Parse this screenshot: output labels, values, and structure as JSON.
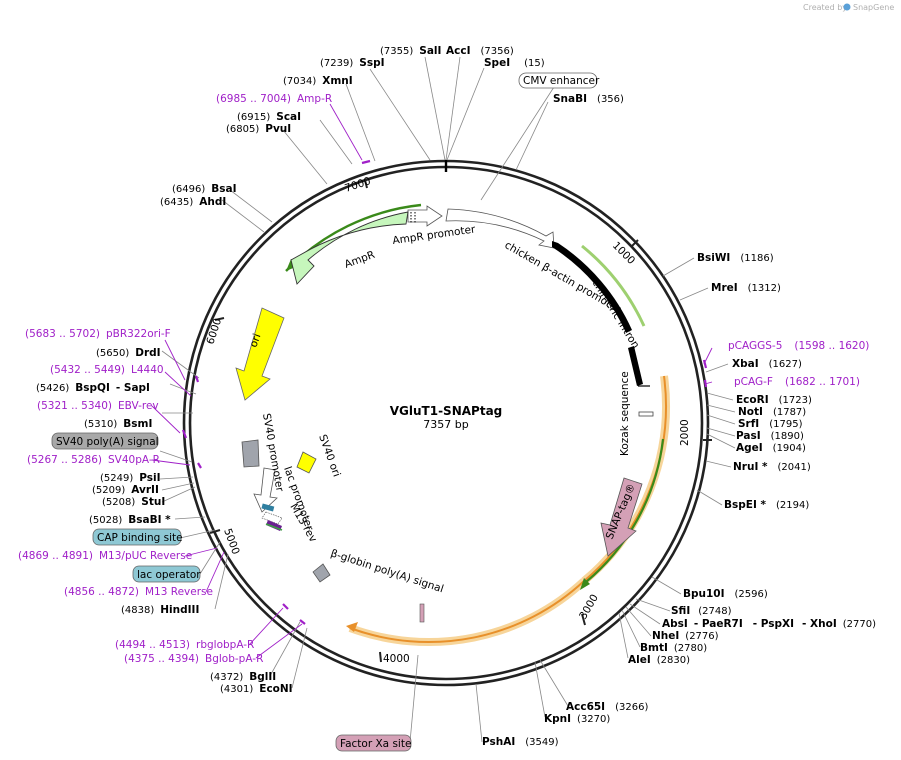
{
  "credit": {
    "prefix": "Created by",
    "brand": "SnapGene"
  },
  "plasmid": {
    "name": "VGluT1-SNAPtag",
    "size": "7357 bp"
  },
  "ticks": [
    "1000",
    "2000",
    "3000",
    "4000",
    "5000",
    "6000",
    "7000"
  ],
  "features": {
    "ampr": "AmpR",
    "ampr_promoter": "AmpR promoter",
    "cba_promoter": "chicken β-actin promoter",
    "chimeric_intron": "chimeric intron",
    "kozak": "Kozak sequence",
    "snaptag": "SNAP-tag®",
    "bglob": "β-globin poly(A) signal",
    "ori": "ori",
    "sv40_ori": "SV40 ori",
    "sv40_promoter": "SV40 promoter",
    "lac_promoter": "lac promoter",
    "m13_rev": "M13 rev"
  },
  "boxed": {
    "cmv": "CMV enhancer",
    "sv40polya": "SV40 poly(A) signal",
    "cap": "CAP binding site",
    "lac_operator": "lac operator",
    "factor_xa": "Factor Xa site"
  },
  "sites": {
    "sali": {
      "name": "SalI",
      "pos": "(7355)"
    },
    "sspi": {
      "name": "SspI",
      "pos": "(7239)"
    },
    "xmni": {
      "name": "XmnI",
      "pos": "(7034)"
    },
    "scai": {
      "name": "ScaI",
      "pos": "(6915)"
    },
    "pvui": {
      "name": "PvuI",
      "pos": "(6805)"
    },
    "bsai": {
      "name": "BsaI",
      "pos": "(6496)"
    },
    "ahdi": {
      "name": "AhdI",
      "pos": "(6435)"
    },
    "acci": {
      "name": "AccI",
      "pos": "(7356)"
    },
    "spei": {
      "name": "SpeI",
      "pos": "(15)"
    },
    "snabi": {
      "name": "SnaBI",
      "pos": "(356)"
    },
    "bsiwi": {
      "name": "BsiWI",
      "pos": "(1186)"
    },
    "mrei": {
      "name": "MreI",
      "pos": "(1312)"
    },
    "xbai": {
      "name": "XbaI",
      "pos": "(1627)"
    },
    "ecori": {
      "name": "EcoRI",
      "pos": "(1723)"
    },
    "noti": {
      "name": "NotI",
      "pos": "(1787)"
    },
    "srfi": {
      "name": "SrfI",
      "pos": "(1795)"
    },
    "pasi": {
      "name": "PasI",
      "pos": "(1890)"
    },
    "agei": {
      "name": "AgeI",
      "pos": "(1904)"
    },
    "nrui": {
      "name": "NruI *",
      "pos": "(2041)"
    },
    "bspei": {
      "name": "BspEI *",
      "pos": "(2194)"
    },
    "bpu10i": {
      "name": "Bpu10I",
      "pos": "(2596)"
    },
    "sfii": {
      "name": "SfiI",
      "pos": "(2748)"
    },
    "absi": {
      "name": "AbsI",
      "pos": ""
    },
    "paer7i": {
      "name": "- PaeR7I",
      "pos": ""
    },
    "pspxi": {
      "name": "- PspXI",
      "pos": ""
    },
    "xhoi": {
      "name": "- XhoI",
      "pos": "(2770)"
    },
    "nhei": {
      "name": "NheI",
      "pos": "(2776)"
    },
    "bmti": {
      "name": "BmtI",
      "pos": "(2780)"
    },
    "alei": {
      "name": "AleI",
      "pos": "(2830)"
    },
    "acc65i": {
      "name": "Acc65I",
      "pos": "(3266)"
    },
    "kpni": {
      "name": "KpnI",
      "pos": "(3270)"
    },
    "pshai": {
      "name": "PshAI",
      "pos": "(3549)"
    },
    "drdi": {
      "name": "DrdI",
      "pos": "(5650)"
    },
    "bspqi": {
      "name": "BspQI",
      "pos": "(5426)"
    },
    "sapi": {
      "name": "- SapI",
      "pos": ""
    },
    "bsmi": {
      "name": "BsmI",
      "pos": "(5310)"
    },
    "psii": {
      "name": "PsiI",
      "pos": "(5249)"
    },
    "avrii": {
      "name": "AvrII",
      "pos": "(5209)"
    },
    "stui": {
      "name": "StuI",
      "pos": "(5208)"
    },
    "bsabi": {
      "name": "BsaBI *",
      "pos": "(5028)"
    },
    "hindiii": {
      "name": "HindIII",
      "pos": "(4838)"
    },
    "bglii": {
      "name": "BglII",
      "pos": "(4372)"
    },
    "econi": {
      "name": "EcoNI",
      "pos": "(4301)"
    }
  },
  "primers": {
    "ampr": {
      "range": "(6985 .. 7004)",
      "name": "Amp-R"
    },
    "pcaggs5": {
      "name": "pCAGGS-5",
      "range": "(1598 .. 1620)"
    },
    "pcagf": {
      "name": "pCAG-F",
      "range": "(1682 .. 1701)"
    },
    "pbr322": {
      "range": "(5683 .. 5702)",
      "name": "pBR322ori-F"
    },
    "l4440": {
      "range": "(5432 .. 5449)",
      "name": "L4440"
    },
    "ebv": {
      "range": "(5321 .. 5340)",
      "name": "EBV-rev"
    },
    "sv40pa": {
      "range": "(5267 .. 5286)",
      "name": "SV40pA-R"
    },
    "m13puc": {
      "range": "(4869 .. 4891)",
      "name": "M13/pUC Reverse"
    },
    "m13rev": {
      "range": "(4856 .. 4872)",
      "name": "M13 Reverse"
    },
    "rbglob": {
      "range": "(4494 .. 4513)",
      "name": "rbglobpA-R"
    },
    "bglob": {
      "range": "(4375 .. 4394)",
      "name": "Bglob-pA-R"
    }
  }
}
